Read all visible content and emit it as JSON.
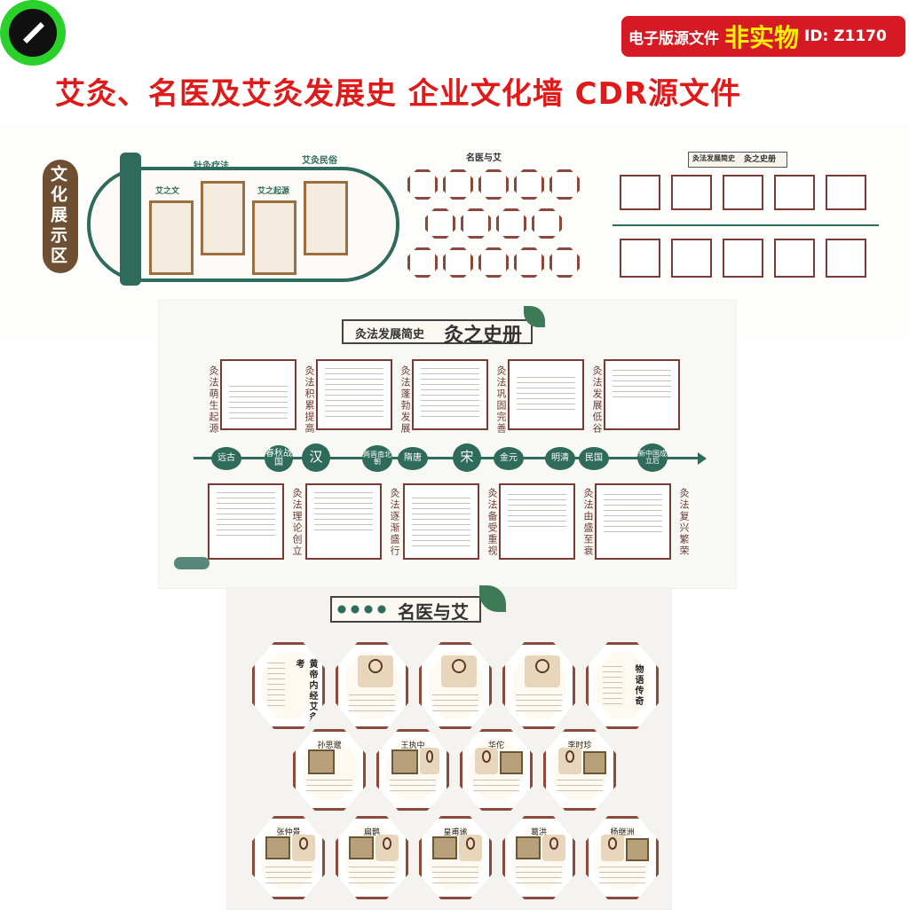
{
  "badge": {
    "label1": "电子版源文件",
    "label2": "非实物",
    "label3": "ID: Z1170"
  },
  "title": "艾灸、名医及艾灸发展史 企业文化墙 CDR源文件",
  "wall1": {
    "side_label": "文化展示区",
    "labels": [
      "针灸疗法",
      "艾灸民俗",
      "艾之文",
      "艾之起源"
    ]
  },
  "wall2": {
    "title": "名医与艾"
  },
  "wall3": {
    "title": "灸法发展简史",
    "title_deco": "灸之史册"
  },
  "history": {
    "title": "灸法发展简史",
    "title_deco": "灸之史册",
    "timeline": [
      "远古",
      "春秋战国",
      "汉",
      "两晋南北朝",
      "隋唐",
      "宋",
      "金元",
      "明清",
      "民国",
      "新中国成立后"
    ],
    "top_captions": [
      "灸法萌生起源",
      "灸法积累提高",
      "灸法蓬勃发展",
      "灸法巩固完善",
      "灸法发展低谷"
    ],
    "bottom_captions": [
      "灸法理论创立",
      "灸法逐渐盛行",
      "灸法备受重视",
      "灸法由盛至衰",
      "灸法复兴繁荣"
    ]
  },
  "doctors": {
    "title": "名医与艾",
    "row2_names": [
      "孙思邈",
      "王执中",
      "华佗",
      "李时珍"
    ],
    "row3_names": [
      "张仲景",
      "扁鹊",
      "皇甫谧",
      "葛洪",
      "杨继洲"
    ],
    "row1_texts": [
      "黄帝内经艾灸考",
      "物语传奇"
    ]
  }
}
